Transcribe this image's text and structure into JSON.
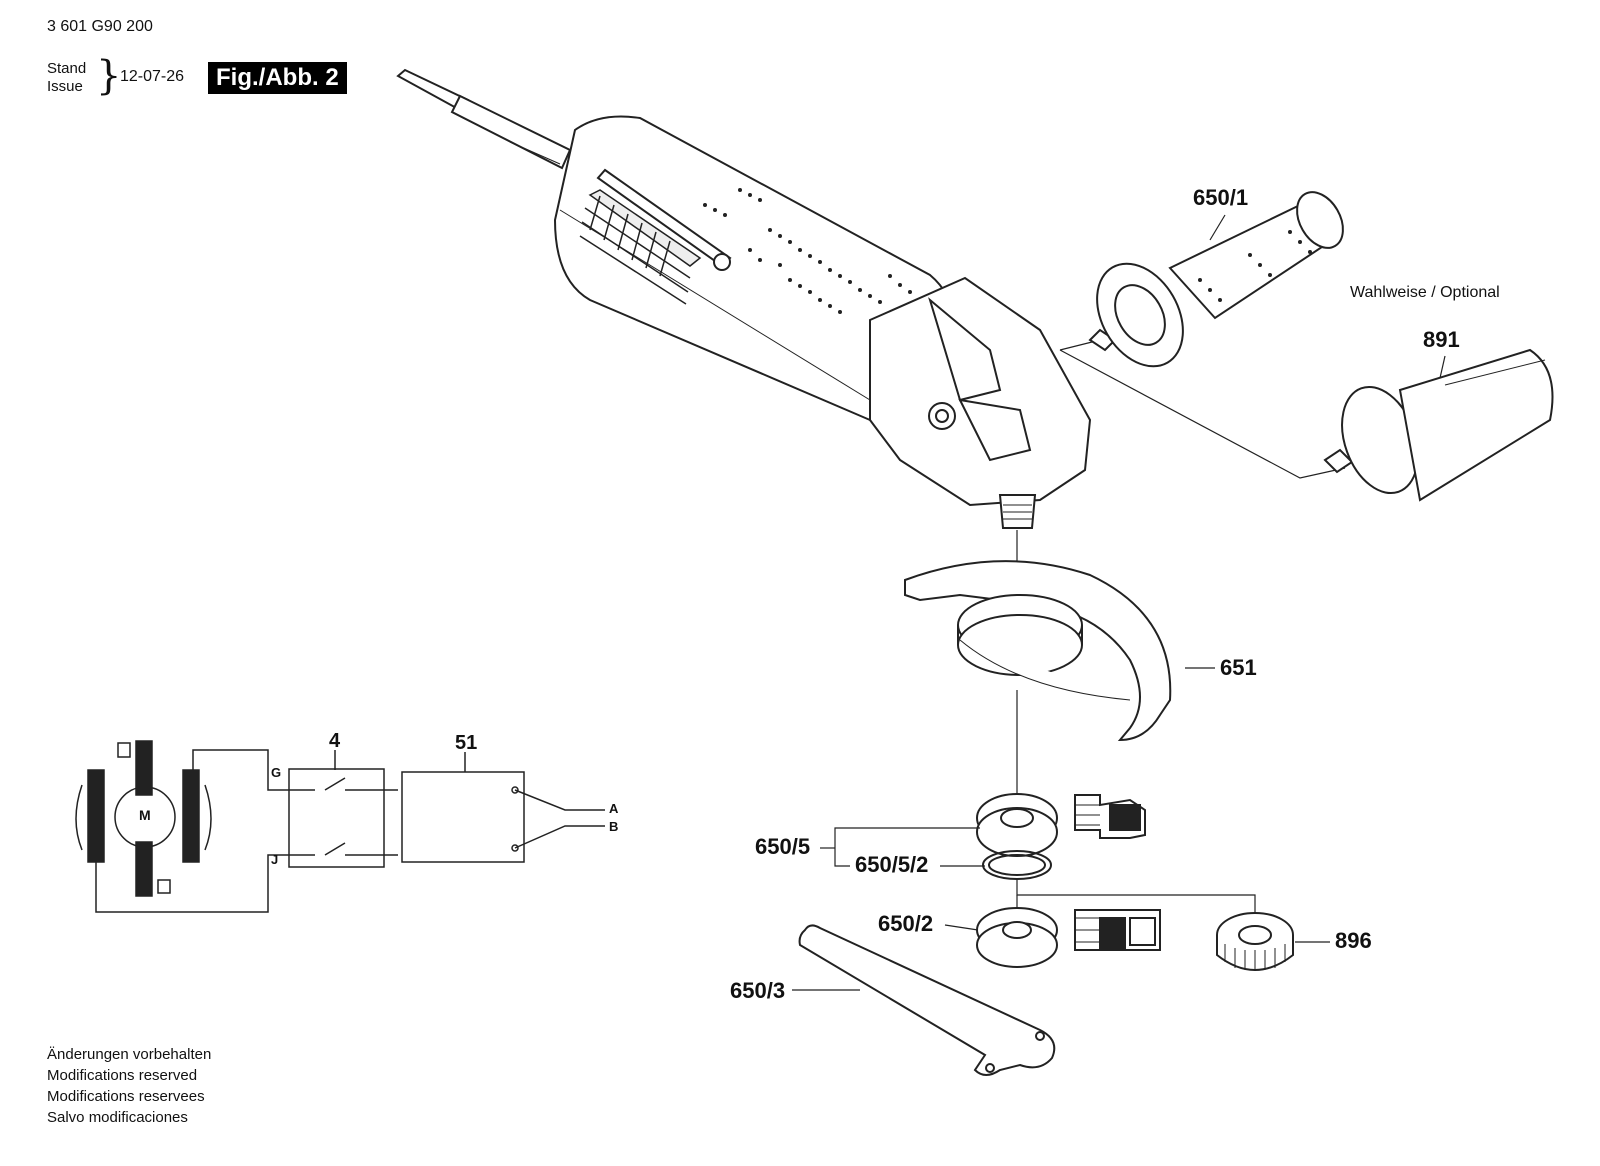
{
  "header": {
    "doc_number": "3 601 G90 200",
    "stand_label": "Stand",
    "issue_label": "Issue",
    "date": "12-07-26",
    "figure_label": "Fig./Abb. 2"
  },
  "optional_label": "Wahlweise / Optional",
  "parts": {
    "p650_1": "650/1",
    "p891": "891",
    "p651": "651",
    "p650_5": "650/5",
    "p650_5_2": "650/5/2",
    "p650_2": "650/2",
    "p896": "896",
    "p650_3": "650/3"
  },
  "wiring": {
    "motor_label": "M",
    "switch_part": "4",
    "module_part": "51",
    "terminal_g": "G",
    "terminal_j": "J",
    "output_a": "A",
    "output_b": "B"
  },
  "footer": [
    "Änderungen vorbehalten",
    "Modifications reserved",
    "Modifications reservees",
    "Salvo modificaciones"
  ]
}
